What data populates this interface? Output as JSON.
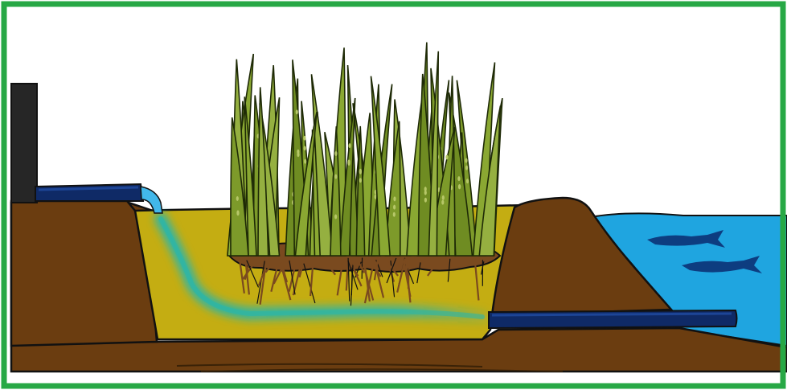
{
  "colors": {
    "frame": "#27a845",
    "soil": "#6b3d10",
    "soil_dark": "#54300b",
    "sand": "#c4ad12",
    "sand_edge": "#a99410",
    "water": "#1fa5e0",
    "water_dark": "#1283c2",
    "pipe": "#0f2a66",
    "pipe_highlight": "#1d4596",
    "outlet_water": "#42b8ea",
    "plant_stem": "#7d9a2a",
    "plant_dark": "#4c6116",
    "plant_light": "#b6c768",
    "roots": "#7a4a1f",
    "flow_path": "#22b6b0",
    "fish": "#0d3d80",
    "tank": "#262626"
  },
  "elements": {
    "tank": "inflow-tank",
    "inlet_pipe": "inlet-pipe",
    "wetland_bed": "constructed-wetland-bed",
    "reeds": "reed-plants",
    "root_zone": "root-zone",
    "flow_path": "subsurface-flow-path",
    "outlet_pipe": "outlet-pipe",
    "berm": "earth-berm",
    "pond": "receiving-pond",
    "fish": [
      "fish",
      "fish"
    ]
  }
}
